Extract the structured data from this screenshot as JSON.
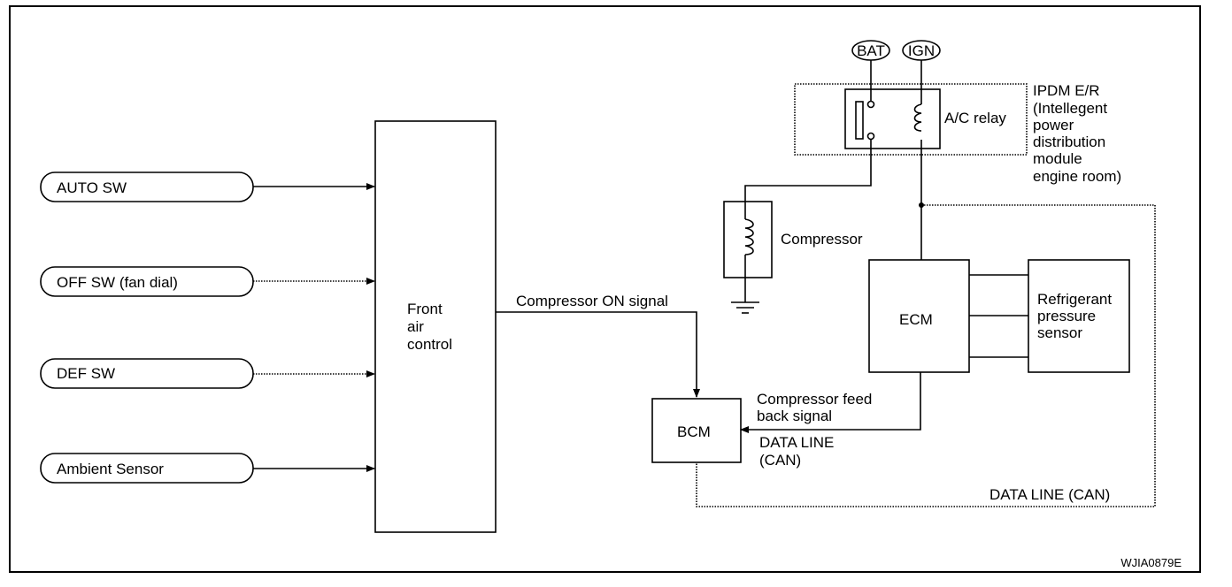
{
  "inputs": [
    {
      "label": "AUTO SW"
    },
    {
      "label": "OFF SW (fan dial)"
    },
    {
      "label": "DEF SW"
    },
    {
      "label": "Ambient Sensor"
    }
  ],
  "front_air_control": {
    "line1": "Front",
    "line2": "air",
    "line3": "control"
  },
  "compressor_on_signal": "Compressor ON signal",
  "bcm": "BCM",
  "ecm": "ECM",
  "refrigerant_sensor": {
    "line1": "Refrigerant",
    "line2": "pressure",
    "line3": "sensor"
  },
  "compressor": "Compressor",
  "ac_relay": "A/C relay",
  "bat": "BAT",
  "ign": "IGN",
  "ipdm": {
    "line1": "IPDM E/R",
    "line2": "(Intellegent",
    "line3": "power",
    "line4": "distribution",
    "line5": "module",
    "line6": "engine room)"
  },
  "feedback_signal": {
    "line1": "Compressor feed",
    "line2": "back signal"
  },
  "data_line_can_bcm": {
    "line1": "DATA LINE",
    "line2": "(CAN)"
  },
  "data_line_can_bottom": "DATA LINE (CAN)",
  "figure_code": "WJIA0879E"
}
